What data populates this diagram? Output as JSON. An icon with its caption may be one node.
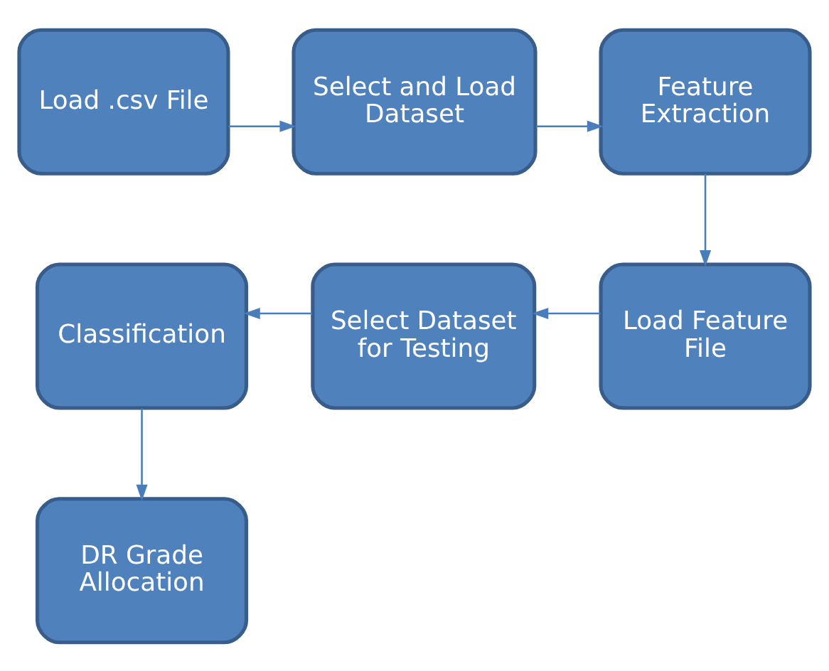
{
  "diagram": {
    "nodes": [
      {
        "text": [
          "Load .csv File"
        ]
      },
      {
        "text": [
          "Select and Load Dataset"
        ]
      },
      {
        "text": [
          "Feature Extraction"
        ]
      },
      {
        "text": [
          "Load Feature File"
        ]
      },
      {
        "text": [
          "Select Dataset for Testing"
        ]
      },
      {
        "text": [
          "Classification"
        ]
      },
      {
        "text": [
          "DR Grade Allocation"
        ]
      }
    ],
    "edges": [
      {
        "from": 0,
        "to": 1,
        "arrow": "to"
      },
      {
        "from": 1,
        "to": 2,
        "arrow": "to"
      },
      {
        "from": 2,
        "to": 3,
        "arrow": "to"
      },
      {
        "from": 3,
        "to": 4,
        "arrow": "to"
      },
      {
        "from": 4,
        "to": 5,
        "arrow": "to"
      },
      {
        "from": 5,
        "to": 6,
        "arrow": "to"
      }
    ]
  }
}
